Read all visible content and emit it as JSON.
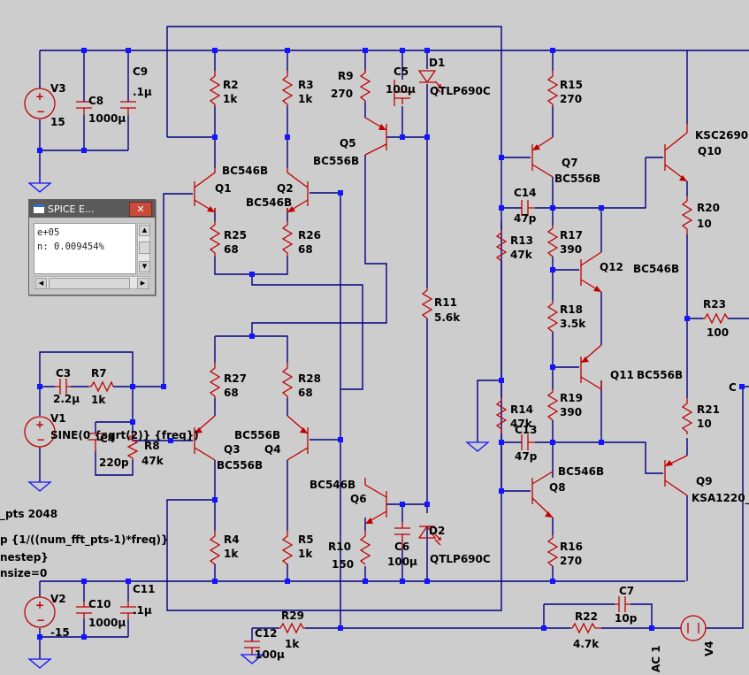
{
  "labels": {
    "V3": "V3",
    "V3_val": "15",
    "C8": "C8",
    "C8_val": "1000µ",
    "C9": "C9",
    "C9_val": ".1µ",
    "R2": "R2",
    "R2_val": "1k",
    "R3": "R3",
    "R3_val": "1k",
    "R9": "R9",
    "R9_val": "270",
    "C5": "C5",
    "C5_val": "100µ",
    "D1": "D1",
    "D1_val": "QTLP690C",
    "R15": "R15",
    "R15_val": "270",
    "KSC": "KSC2690",
    "Q10": "Q10",
    "Q5": "Q5",
    "Q5_val": "BC556B",
    "Q7": "Q7",
    "Q7_val": "BC556B",
    "Q1_val": "BC546B",
    "Q1": "Q1",
    "Q2": "Q2",
    "Q2_val": "BC546B",
    "C14": "C14",
    "C14_val": "47p",
    "R20": "R20",
    "R20_val": "10",
    "R25": "R25",
    "R25_val": "68",
    "R26": "R26",
    "R26_val": "68",
    "R13": "R13",
    "R13_val": "47k",
    "R17": "R17",
    "R17_val": "390",
    "Q12": "Q12",
    "Q12_val": "BC546B",
    "R11": "R11",
    "R11_val": "5.6k",
    "R23": "R23",
    "R23_val": "100",
    "R18": "R18",
    "R18_val": "3.5k",
    "C3": "C3",
    "C3_val": "2.2µ",
    "R7": "R7",
    "R7_val": "1k",
    "R27": "R27",
    "R27_val": "68",
    "R28": "R28",
    "R28_val": "68",
    "Q11": "Q11",
    "Q11_val": "BC556B",
    "R19": "R19",
    "R19_val": "390",
    "R14": "R14",
    "R14_val": "47k",
    "R21": "R21",
    "R21_val": "10",
    "V1": "V1",
    "V1_val": "SINE(0 {sqrt(2)} {freq})",
    "C4": "C4",
    "C4_val": "220p",
    "R8": "R8",
    "R8_val": "47k",
    "Q3": "Q3",
    "Q3_val": "BC556B",
    "Q4": "Q4",
    "Q4_val": "BC556B",
    "C13": "C13",
    "C13_val": "47p",
    "Q8": "Q8",
    "Q8_val": "BC546B",
    "Q9": "Q9",
    "Q9_val": "KSA1220_",
    "Q6": "Q6",
    "Q6_val": "BC546B",
    "D2": "D2",
    "D2_val": "QTLP690C",
    "R10": "R10",
    "R10_val": "150",
    "C6": "C6",
    "C6_val": "100µ",
    "R4": "R4",
    "R4_val": "1k",
    "R5": "R5",
    "R5_val": "1k",
    "R16": "R16",
    "R16_val": "270",
    "V2": "V2",
    "V2_val": "-15",
    "C10": "C10",
    "C10_val": "1000µ",
    "C11": "C11",
    "C11_val": ".1µ",
    "C7": "C7",
    "C7_val": "10p",
    "R22": "R22",
    "R22_val": "4.7k",
    "C12": "C12",
    "C12_val": "100µ",
    "R29": "R29",
    "R29_val": "1k",
    "V4": "V4",
    "AC": "AC 1",
    "C_out": "C",
    "dir1": "_pts 2048",
    "dir2": "p {1/((num_fft_pts-1)*freq)}",
    "dir3": "nestep}",
    "dir4": "nsize=0"
  },
  "spice_window": {
    "title": "SPICE E...",
    "close_label": "✕",
    "line1": "e+05",
    "line2": "n: 0.009454%"
  }
}
